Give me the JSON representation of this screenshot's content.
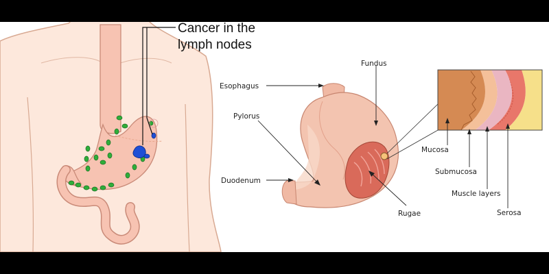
{
  "left_panel": {
    "callout": {
      "line1": "Cancer in the",
      "line2": "lymph nodes"
    },
    "colors": {
      "skin": "#fde8dc",
      "skin_outline": "#d8a992",
      "organ": "#f7c3b2",
      "organ_outline": "#c98a78",
      "lymph_node": "#2fae3a",
      "tumor": "#1f4fd6"
    }
  },
  "right_panel": {
    "labels": {
      "fundus": "Fundus",
      "esophagus": "Esophagus",
      "pylorus": "Pylorus",
      "duodenum": "Duodenum",
      "rugae": "Rugae",
      "mucosa": "Mucosa",
      "submucosa": "Submucosa",
      "muscle_layers": "Muscle layers",
      "serosa": "Serosa"
    },
    "colors": {
      "mucosa": "#d58a53",
      "submucosa": "#f4c09a",
      "muscle": "#e8776a",
      "serosa": "#f6e08a",
      "stomach": "#f3c4b0",
      "inner": "#d96a5a"
    }
  }
}
